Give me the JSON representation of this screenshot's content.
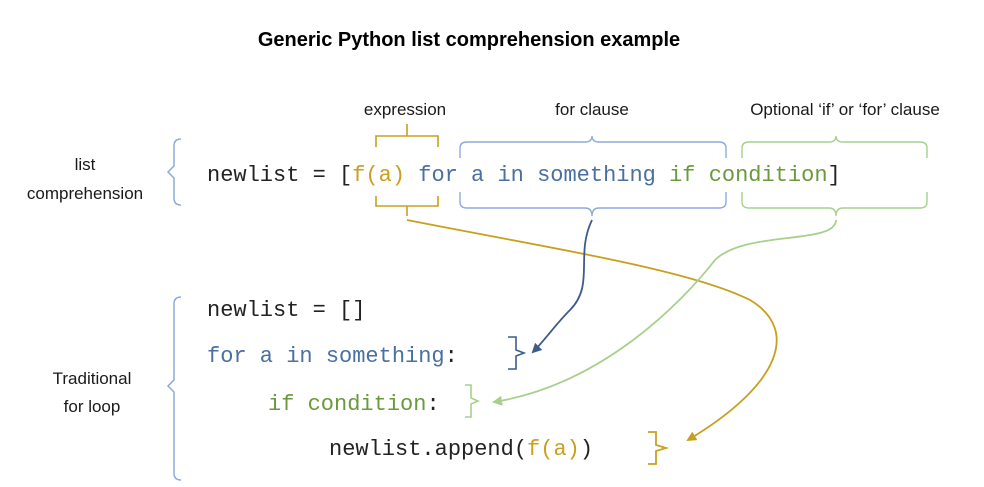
{
  "title": "Generic Python list comprehension example",
  "labels": {
    "expression": "expression",
    "for_clause": "for clause",
    "optional_clause": "Optional ‘if’ or ‘for’ clause",
    "list_comp_line1": "list",
    "list_comp_line2": "comprehension",
    "trad_line1": "Traditional",
    "trad_line2": "for loop"
  },
  "comprehension": {
    "prefix": "newlist = [",
    "expr": "f(a)",
    "for_clause": "for a in something",
    "if_clause": "if condition",
    "suffix": "]"
  },
  "loop": {
    "line1": "newlist = []",
    "line2_for": "for a in something",
    "line2_colon": ":",
    "line3_if": "if condition",
    "line3_colon": ":",
    "line4_prefix": "newlist.append(",
    "line4_expr": "f(a)",
    "line4_suffix": ")"
  },
  "colors": {
    "text": "#222222",
    "expression": "#c8a020",
    "for_clause": "#4a6fa0",
    "if_clause": "#6a9a3c",
    "if_line": "#a8d08d",
    "bracket_left": "#8eaadb",
    "arrow_for": "#3e5c8a"
  }
}
